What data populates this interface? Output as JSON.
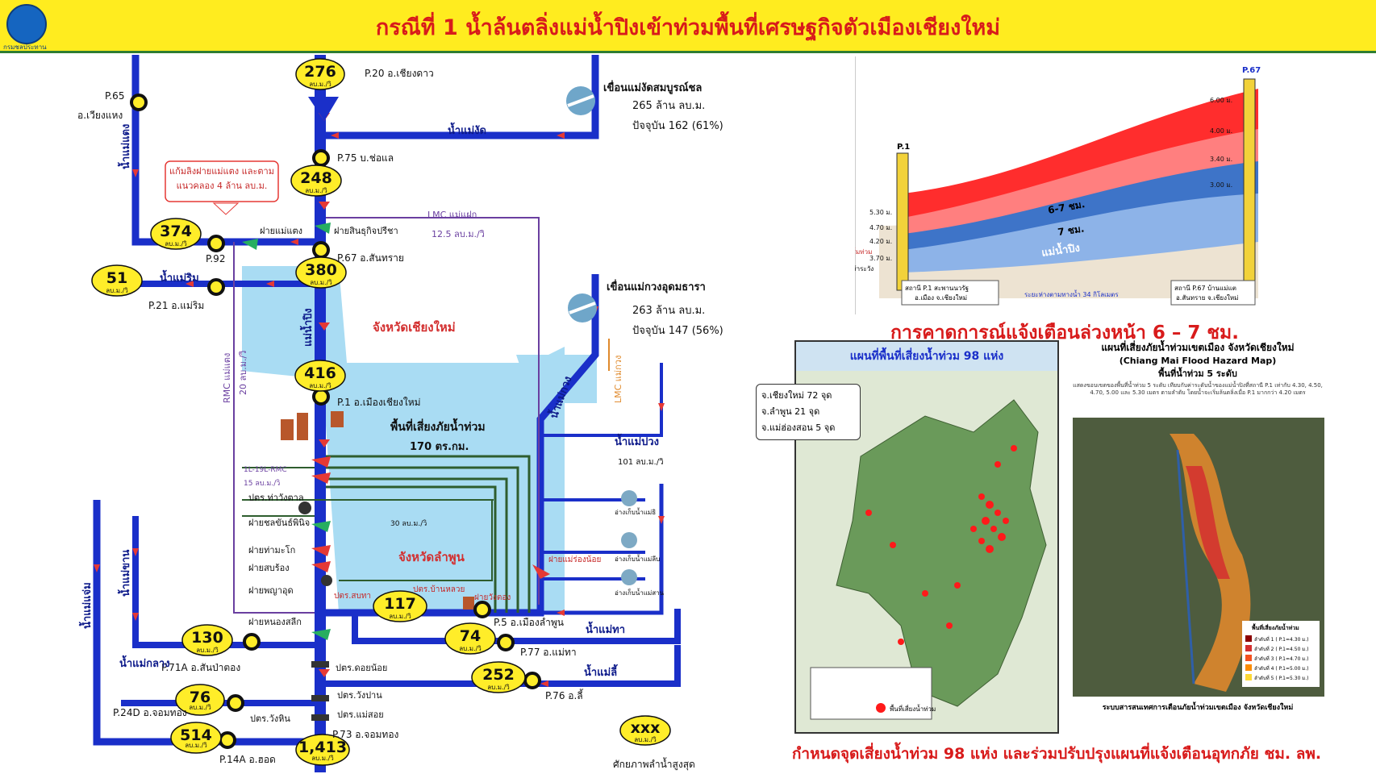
{
  "header": {
    "title": "กรณีที่ 1 น้ำล้นตลิ่งแม่น้ำปิงเข้าท่วมพื้นที่เศรษฐกิจตัวเมืองเชียงใหม่",
    "logo_caption": "กรมชลประทาน"
  },
  "colors": {
    "header_bg": "#ffec1f",
    "title_red": "#d81b1b",
    "river_blue": "#1a2fc9",
    "flood_area": "#a9dcf3",
    "station_yellow": "#ffed29",
    "canal_purple": "#6a3fa0",
    "canal_green": "#2e5d2e"
  },
  "stations": [
    {
      "value": "276",
      "unit": "ลบ.ม./วิ",
      "label": "P.20 อ.เชียงดาว"
    },
    {
      "value": "248",
      "unit": "ลบ.ม./วิ",
      "label": "P.75 บ.ช่อแล"
    },
    {
      "value": "374",
      "unit": "ลบ.ม./วิ",
      "label": "P.92"
    },
    {
      "value": "380",
      "unit": "ลบ.ม./วิ",
      "label": "P.67 อ.สันทราย"
    },
    {
      "value": "51",
      "unit": "ลบ.ม./วิ",
      "label": "P.21 อ.แม่ริม"
    },
    {
      "value": "416",
      "unit": "ลบ.ม./วิ",
      "label": "P.1 อ.เมืองเชียงใหม่"
    },
    {
      "value": "117",
      "unit": "ลบ.ม./วิ",
      "label": "P.5 อ.เมืองลำพูน"
    },
    {
      "value": "130",
      "unit": "ลบ.ม./วิ",
      "label": "P.71A อ.สันป่าตอง"
    },
    {
      "value": "74",
      "unit": "ลบ.ม./วิ",
      "label": "P.77 อ.แม่ทา"
    },
    {
      "value": "252",
      "unit": "ลบ.ม./วิ",
      "label": "P.76 อ.ลี้"
    },
    {
      "value": "76",
      "unit": "ลบ.ม./วิ",
      "label": "P.24D อ.จอมทอง"
    },
    {
      "value": "514",
      "unit": "ลบ.ม./วิ",
      "label": "P.14A อ.ฮอด"
    },
    {
      "value": "1,413",
      "unit": "ลบ.ม./วิ",
      "label": "P.73 อ.จอมทอง"
    },
    {
      "value": "xxx",
      "unit": "ลบ.ม./วิ",
      "label": "ศักยภาพลำน้ำสูงสุด"
    }
  ],
  "p65": {
    "code": "P.65",
    "place": "อ.เวียงแหง"
  },
  "dams": {
    "mae_ngat": {
      "name": "เขื่อนแม่งัดสมบูรณ์ชล",
      "capacity": "265 ล้าน ลบ.ม.",
      "current": "ปัจจุบัน 162 (61%)"
    },
    "mae_kuang": {
      "name": "เขื่อนแม่กวงอุดมธารา",
      "capacity": "263 ล้าน ลบ.ม.",
      "current": "ปัจจุบัน 147 (56%)"
    }
  },
  "rivers": {
    "mae_taeng": "น้ำแม่แตง",
    "mae_ngat": "น้ำแม่งัด",
    "mae_rim": "น้ำแม่ริม",
    "ping": "แม่น้ำปิง",
    "mae_kuang": "น้ำแม่กวง",
    "mae_khan": "น้ำแม่ขาน",
    "mae_chaem": "น้ำแม่แจ่ม",
    "mae_klang": "น้ำแม่กลาง",
    "mae_tha": "น้ำแม่ทา",
    "mae_li": "น้ำแม่ลี้",
    "mae_puang": "น้ำแม่ปวง"
  },
  "notes": {
    "fix_box": "แก้มลิงฝายแม่แตง และตามแนวคลอง 4 ล้าน ลบ.ม.",
    "lmc_taeng": "LMC แม่แฝก",
    "lmc_taeng_flow": "12.5 ลบ.ม./วิ",
    "rmc_taeng": "RMC แม่แตง",
    "rmc_flow": "20 ลบ.ม./วิ",
    "lmc_kuang": "LMC แม่กวง",
    "mae_puang_flow": "101 ลบ.ม./วิ",
    "rmc_1l19l": "1L-19L-RMC",
    "rmc_1l19l_flow": "15 ลบ.ม./วิ",
    "flow_30": "30 ลบ.ม./วิ",
    "province_cm": "จังหวัดเชียงใหม่",
    "province_lp": "จังหวัดลำพูน",
    "risk_area": "พื้นที่เสี่ยงภัยน้ำท่วม",
    "risk_size": "170 ตร.กม."
  },
  "structures": [
    "ฝายแม่แตง",
    "ฝายสินธุกิจปรีชา",
    "ปตร.ท่าวังตาล",
    "ฝายชลขันธ์พินิจ",
    "ฝายท่ามะโก",
    "ฝายสบร้อง",
    "ฝายพญาอุด",
    "ฝายหนองสลีก",
    "ปตร.สบทา",
    "ปตร.บ้านหลวย",
    "ฝายวังตอง",
    "ปตร.ดอยน้อย",
    "ปตร.วังปาน",
    "ปตร.วังหิน",
    "ปตร.แม่สอย",
    "ฝายแม่ร่องน้อย",
    "อ่างเก็บน้ำแม่ธิ",
    "อ่างเก็บน้ำแม่ลีบ",
    "อ่างเก็บน้ำแม่สาน"
  ],
  "profile": {
    "station_left": "P.1",
    "station_right": "P.67",
    "left_levels": [
      "5.30 ม.",
      "4.70 ม.",
      "4.20 ม.",
      "3.70 ม."
    ],
    "right_levels": [
      "6.00 ม.",
      "4.00 ม.",
      "3.40 ม.",
      "3.00 ม."
    ],
    "band_1": "6-7 ชม.",
    "band_2": "7 ชม.",
    "river": "แม่น้ำปิง",
    "start_label": "เริ่มท่วม",
    "bank_label": "เส้าระวัง",
    "box_left_1": "สถานี P.1 สะพานนวรัฐ",
    "box_left_2": "อ.เมือง จ.เชียงใหม่",
    "distance": "ระยะห่างตามทางน้ำ 34 กิโลเมตร",
    "box_right_1": "สถานี P.67 บ้านแม่แต",
    "box_right_2": "อ.สันทราย จ.เชียงใหม่"
  },
  "forecast_title": "การคาดการณ์แจ้งเตือนล่วงหน้า 6 – 7 ชม.",
  "risk_map": {
    "title": "แผนที่พื้นที่เสี่ยงน้ำท่วม 98 แห่ง",
    "legend": [
      "จ.เชียงใหม่ 72 จุด",
      "จ.ลำพูน 21 จุด",
      "จ.แม่ฮ่องสอน 5 จุด"
    ],
    "points_label": "พื้นที่เสี่ยงน้ำท่วม"
  },
  "hazard_map": {
    "title_1": "แผนที่เสี่ยงภัยน้ำท่วมเขตเมือง จังหวัดเชียงใหม่",
    "title_2": "(Chiang Mai Flood Hazard Map)",
    "title_3": "พื้นที่น้ำท่วม 5 ระดับ",
    "desc": "แสดงขอบเขตของพื้นที่น้ำท่วม 5 ระดับ เทียบกับค่าระดับน้ำของแม่น้ำปิงที่สถานี P.1 เท่ากับ 4.30, 4.50, 4.70, 5.00 และ 5.30 เมตร ตามลำดับ โดยน้ำจะเริ่มล้นตลิ่งเมื่อ P.1 มากกว่า 4.20 เมตร",
    "legend_title": "พื้นที่เสี่ยงภัยน้ำท่วม",
    "levels": [
      "ลำดับที่ 1 ( P.1=4.30 ม.)",
      "ลำดับที่ 2 ( P.1=4.50 ม.)",
      "ลำดับที่ 3 ( P.1=4.70 ม.)",
      "ลำดับที่ 4 ( P.1=5.00 ม.)",
      "ลำดับที่ 5 ( P.1=5.30 ม.)"
    ],
    "level_colors": [
      "#8b0000",
      "#d32f2f",
      "#f4511e",
      "#fb8c00",
      "#fdd835"
    ],
    "footer": "ระบบสารสนเทศการเตือนภัยน้ำท่วมเขตเมือง จังหวัดเชียงใหม่"
  },
  "footer_text": "กำหนดจุดเสี่ยงน้ำท่วม 98 แห่ง และร่วมปรับปรุงแผนที่แจ้งเตือนอุทกภัย ชม. ลพ."
}
